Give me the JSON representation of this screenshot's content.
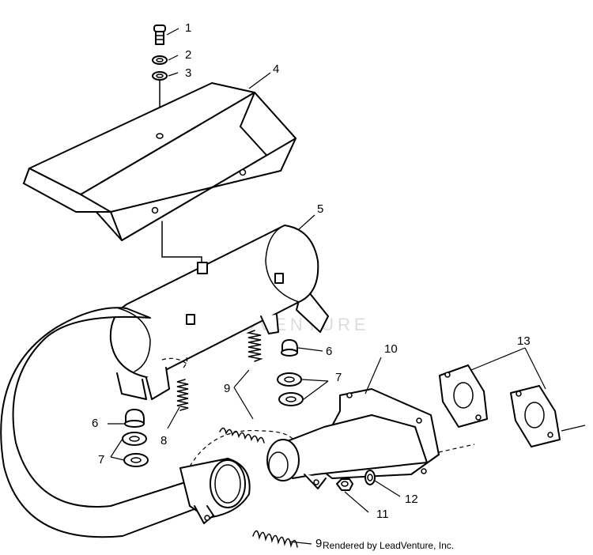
{
  "watermark": {
    "text": "LEADVENTURE"
  },
  "credit": "Rendered by LeadVenture, Inc.",
  "callouts": [
    {
      "id": "c1",
      "label": "1"
    },
    {
      "id": "c2",
      "label": "2"
    },
    {
      "id": "c3",
      "label": "3"
    },
    {
      "id": "c4",
      "label": "4"
    },
    {
      "id": "c5",
      "label": "5"
    },
    {
      "id": "c6a",
      "label": "6"
    },
    {
      "id": "c6b",
      "label": "6"
    },
    {
      "id": "c7a",
      "label": "7"
    },
    {
      "id": "c7b",
      "label": "7"
    },
    {
      "id": "c8",
      "label": "8"
    },
    {
      "id": "c9a",
      "label": "9"
    },
    {
      "id": "c9b",
      "label": "9"
    },
    {
      "id": "c10",
      "label": "10"
    },
    {
      "id": "c11",
      "label": "11"
    },
    {
      "id": "c12",
      "label": "12"
    },
    {
      "id": "c13",
      "label": "13"
    }
  ],
  "colors": {
    "line": "#000000",
    "background": "#ffffff",
    "watermark": "#dcdcdc"
  }
}
